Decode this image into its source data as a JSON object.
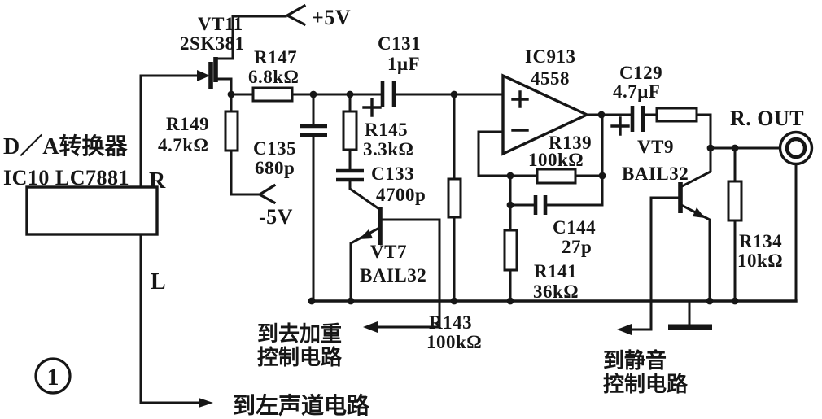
{
  "colors": {
    "ink": "#161616",
    "paper": "#ffffff"
  },
  "dac_block": {
    "name_cn": "D／A转换器",
    "chip": "IC10 LC7881",
    "right_label": "R",
    "left_label": "L"
  },
  "power": {
    "pos": "+5V",
    "neg": "-5V"
  },
  "components": {
    "vt11": {
      "ref": "VT11",
      "part": "2SK381"
    },
    "r147": {
      "ref": "R147",
      "value": "6.8kΩ"
    },
    "r149": {
      "ref": "R149",
      "value": "4.7kΩ"
    },
    "c135": {
      "ref": "C135",
      "value": "680p"
    },
    "c131": {
      "ref": "C131",
      "value": "1μF"
    },
    "r145": {
      "ref": "R145",
      "value": "3.3kΩ"
    },
    "c133": {
      "ref": "C133",
      "value": "4700p"
    },
    "vt7": {
      "ref": "VT7",
      "part": "BAIL32"
    },
    "ic913": {
      "ref": "IC913",
      "part": "4558"
    },
    "r139": {
      "ref": "R139",
      "value": "100kΩ"
    },
    "c144": {
      "ref": "C144",
      "value": "27p"
    },
    "r141": {
      "ref": "R141",
      "value": "36kΩ"
    },
    "r143": {
      "ref": "R143",
      "value": "100kΩ"
    },
    "c129": {
      "ref": "C129",
      "value": "4.7μF"
    },
    "vt9": {
      "ref": "VT9",
      "part": "BAIL32"
    },
    "r134": {
      "ref": "R134",
      "value": "10kΩ"
    }
  },
  "output_jack": {
    "label": "R. OUT"
  },
  "annotations": {
    "deemphasis_line1": "到去加重",
    "deemphasis_line2": "控制电路",
    "mute_line1": "到静音",
    "mute_line2": "控制电路",
    "left_channel": "到左声道电路"
  },
  "figure": {
    "number": "1"
  }
}
